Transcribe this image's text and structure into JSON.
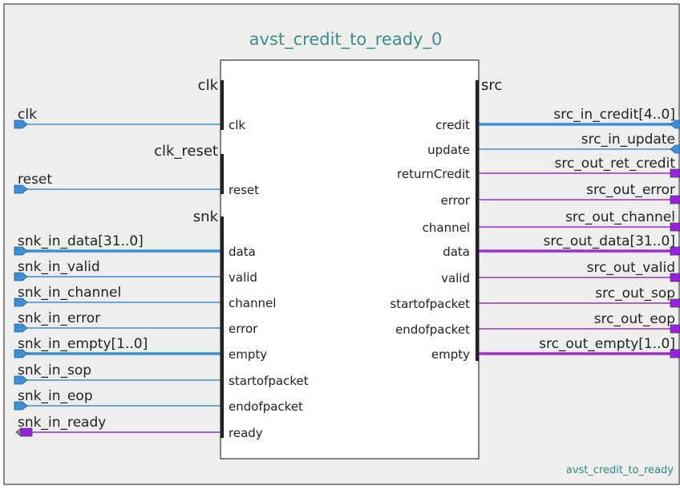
{
  "title": "avst_credit_to_ready_0",
  "footer_label": "avst_credit_to_ready",
  "colors": {
    "background": "#eeeeee",
    "frame": "#666666",
    "title": "#3a8f88",
    "clock_wire": "#3c8fd6",
    "stream_wire": "#3c8fd6",
    "ready_wire": "#7a3cc8",
    "source_wire": "#9a2fd0",
    "marker_blue": "#3c8fd6",
    "marker_purple": "#9b1fe0"
  },
  "interfaces": {
    "clk": "clk",
    "clk_reset": "clk_reset",
    "snk": "snk",
    "src": "src"
  },
  "left_ports": [
    {
      "id": "clk",
      "export": "clk",
      "port": "clk",
      "kind": "clock"
    },
    {
      "id": "reset",
      "export": "reset",
      "port": "reset",
      "kind": "clock"
    },
    {
      "id": "snk-in-data",
      "export": "snk_in_data[31..0]",
      "port": "data",
      "kind": "bus"
    },
    {
      "id": "snk-in-valid",
      "export": "snk_in_valid",
      "port": "valid",
      "kind": "stream"
    },
    {
      "id": "snk-in-channel",
      "export": "snk_in_channel",
      "port": "channel",
      "kind": "stream"
    },
    {
      "id": "snk-in-error",
      "export": "snk_in_error",
      "port": "error",
      "kind": "stream"
    },
    {
      "id": "snk-in-empty",
      "export": "snk_in_empty[1..0]",
      "port": "empty",
      "kind": "bus"
    },
    {
      "id": "snk-in-sop",
      "export": "snk_in_sop",
      "port": "startofpacket",
      "kind": "stream"
    },
    {
      "id": "snk-in-eop",
      "export": "snk_in_eop",
      "port": "endofpacket",
      "kind": "stream"
    },
    {
      "id": "snk-in-ready",
      "export": "snk_in_ready",
      "port": "ready",
      "kind": "ready"
    }
  ],
  "right_ports": [
    {
      "id": "src-in-credit",
      "export": "src_in_credit[4..0]",
      "port": "credit",
      "kind": "in-bus"
    },
    {
      "id": "src-in-update",
      "export": "src_in_update",
      "port": "update",
      "kind": "in"
    },
    {
      "id": "src-out-ret-credit",
      "export": "src_out_ret_credit",
      "port": "returnCredit",
      "kind": "out"
    },
    {
      "id": "src-out-error",
      "export": "src_out_error",
      "port": "error",
      "kind": "out"
    },
    {
      "id": "src-out-channel",
      "export": "src_out_channel",
      "port": "channel",
      "kind": "out"
    },
    {
      "id": "src-out-data",
      "export": "src_out_data[31..0]",
      "port": "data",
      "kind": "out-bus"
    },
    {
      "id": "src-out-valid",
      "export": "src_out_valid",
      "port": "valid",
      "kind": "out"
    },
    {
      "id": "src-out-sop",
      "export": "src_out_sop",
      "port": "startofpacket",
      "kind": "out"
    },
    {
      "id": "src-out-eop",
      "export": "src_out_eop",
      "port": "endofpacket",
      "kind": "out"
    },
    {
      "id": "src-out-empty",
      "export": "src_out_empty[1..0]",
      "port": "empty",
      "kind": "out-bus"
    }
  ]
}
